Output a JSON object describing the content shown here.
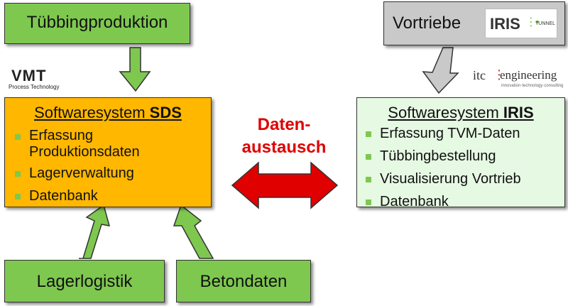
{
  "boxes": {
    "tuebbing": "Tübbingproduktion",
    "vortriebe": "Vortriebe",
    "lager": "Lagerlogistik",
    "beton": "Betondaten"
  },
  "sds": {
    "title_prefix": "Softwaresystem ",
    "title_bold": "SDS",
    "items": [
      "Erfassung Produktionsdaten",
      "Lagerverwaltung",
      "Datenbank"
    ],
    "color": "#ffb700"
  },
  "iris": {
    "title_prefix": "Softwaresystem ",
    "title_bold": "IRIS",
    "items": [
      "Erfassung TVM-Daten",
      "Tübbingbestellung",
      "Visualisierung Vortrieb",
      "Datenbank"
    ],
    "color": "#e6f9e3"
  },
  "exchange": {
    "line1": "Daten-",
    "line2": "austausch",
    "color": "#e00000"
  },
  "logos": {
    "iris_word": "IRIS",
    "iris_sub": "TUNNEL",
    "vmt_word": "VMT",
    "vmt_sub": "Process Technology",
    "itc_word": "itc",
    "itc_word2": "engineering",
    "itc_sub": "innovation·technology·consulting"
  },
  "colors": {
    "green": "#7ec850",
    "gray_arrow": "#c9c9c9"
  }
}
